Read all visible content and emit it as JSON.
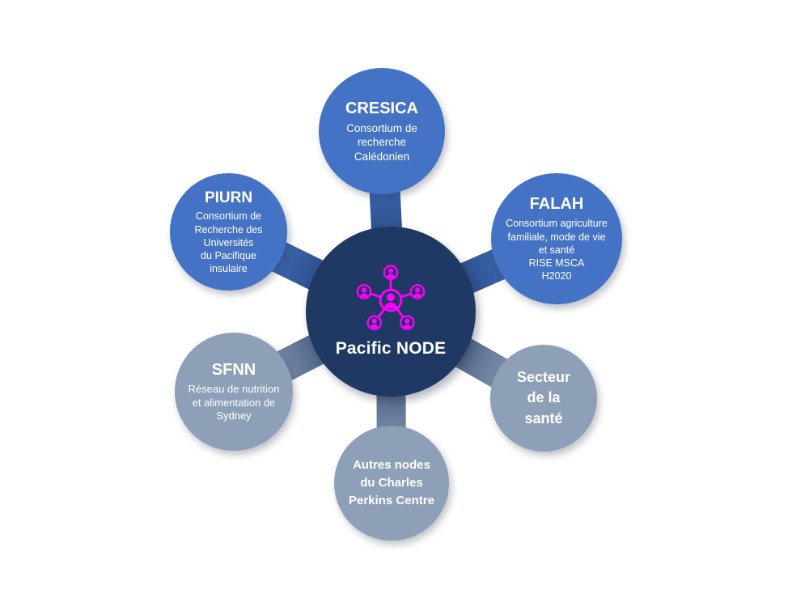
{
  "diagram": {
    "type": "hub-and-spoke",
    "background": "#ffffff"
  },
  "colors": {
    "hub_navy": "#1f3864",
    "node_blue": "#4472c4",
    "node_gray": "#8e9fb8",
    "icon_magenta": "#ff00ff",
    "text": "#ffffff"
  },
  "hub": {
    "label": "Pacific NODE",
    "icon": "network-people-icon",
    "color": "#1f3864"
  },
  "nodes": [
    {
      "id": "cresica",
      "title": "CRESICA",
      "subtitle": "Consortium de\nrecherche\nCalédonien",
      "color": "#4472c4",
      "position": "top"
    },
    {
      "id": "falah",
      "title": "FALAH",
      "subtitle": "Consortium agriculture\nfamiliale, mode de vie\net santé\nRISE MSCA\nH2020",
      "color": "#4472c4",
      "position": "top-right"
    },
    {
      "id": "secteur-sante",
      "title": "Secteur\nde la\nsanté",
      "subtitle": "",
      "color": "#8e9fb8",
      "position": "bottom-right"
    },
    {
      "id": "autres-nodes",
      "title": "Autres nodes\ndu Charles\nPerkins Centre",
      "subtitle": "",
      "color": "#8e9fb8",
      "position": "bottom"
    },
    {
      "id": "sfnn",
      "title": "SFNN",
      "subtitle": "Réseau de nutrition\net alimentation de\nSydney",
      "color": "#8e9fb8",
      "position": "bottom-left"
    },
    {
      "id": "piurn",
      "title": "PIURN",
      "subtitle": "Consortium de\nRecherche des\nUniversités\ndu Pacifique\ninsulaire",
      "color": "#4472c4",
      "position": "top-left"
    }
  ]
}
